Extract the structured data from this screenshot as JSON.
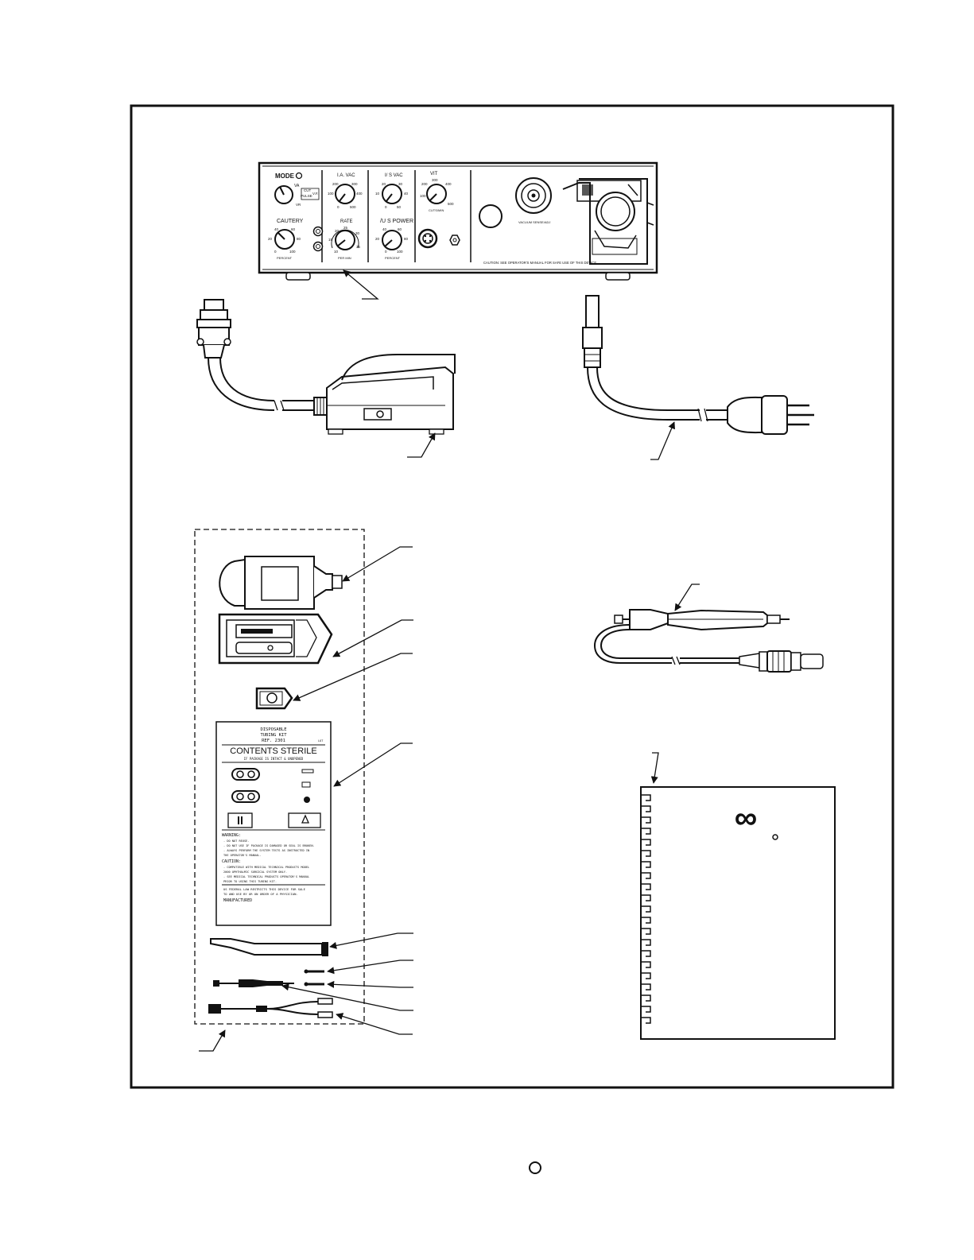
{
  "console": {
    "mode_label": "MODE",
    "mode_options": [
      "VA",
      "CUT",
      "PULSE",
      "VR",
      "V.F."
    ],
    "ia_vac_label": "I.A. VAC",
    "ia_vac_ticks": [
      "200",
      "300",
      "100",
      "400",
      "0",
      "500"
    ],
    "is_vac_label": "I/ S VAC",
    "is_vac_ticks": [
      "20",
      "30",
      "10",
      "40",
      "0",
      "50"
    ],
    "vit_label": "VIT",
    "vit_ticks": [
      "300",
      "200",
      "400",
      "100",
      "500"
    ],
    "cuts_label": "CUTS/MIN",
    "cautery_label": "CAUTERY",
    "cautery_ticks": [
      "40",
      "60",
      "20",
      "80",
      "0",
      "100"
    ],
    "cautery_unit": "PERCENT",
    "rate_label": "RATE",
    "rate_ticks": [
      "20",
      "25",
      "15",
      "30",
      "10",
      "35"
    ],
    "rate_unit": "PER MIN",
    "us_power_label": "/U S POWER",
    "us_power_ticks": [
      "40",
      "60",
      "20",
      "80",
      "0",
      "100"
    ],
    "us_power_unit": "PERCENT",
    "vacuum_label": "VACUUM SENSE/ADJ",
    "caution_text": "CAUTION: SEE OPERATOR'S MANUAL FOR SAFE USE OF THIS DEVICE"
  },
  "package": {
    "line1": "DISPOSABLE",
    "line2": "TUBING KIT",
    "line3": "REF. 2301",
    "lot": "LOT",
    "title": "CONTENTS STERILE",
    "subtitle": "IF PACKAGE IS INTACT & UNOPENED",
    "warning_title": "WARNING:",
    "warning_lines": [
      "- DO NOT REUSE.",
      "- DO NOT USE IF PACKAGE IS DAMAGED OR SEAL IS BROKEN.",
      "- ALWAYS PERFORM THE SYSTEM TESTS AS INSTRUCTED IN",
      "  THE OPERATOR'S MANUAL."
    ],
    "caution_title": "CAUTION:",
    "caution_lines": [
      "- COMPATIBLE WITH MEDICAL TECHNICAL PRODUCTS MODEL",
      "  2000 OPHTHALMIC SURGICAL SYSTEM ONLY.",
      "- SEE MEDICAL TECHNICAL PRODUCTS OPERATOR'S MANUAL",
      "  PRIOR TO USING THIS TUBING KIT."
    ],
    "law_lines": [
      "US FEDERAL LAW RESTRICTS THIS DEVICE FOR SALE",
      "TO AND USE BY OR ON ORDER OF A PHYSICIAN."
    ],
    "manufactured": "MANUFACTURED"
  },
  "manual": {
    "logo_glyph": "∞"
  },
  "colors": {
    "ink": "#111111",
    "paper": "#ffffff"
  }
}
